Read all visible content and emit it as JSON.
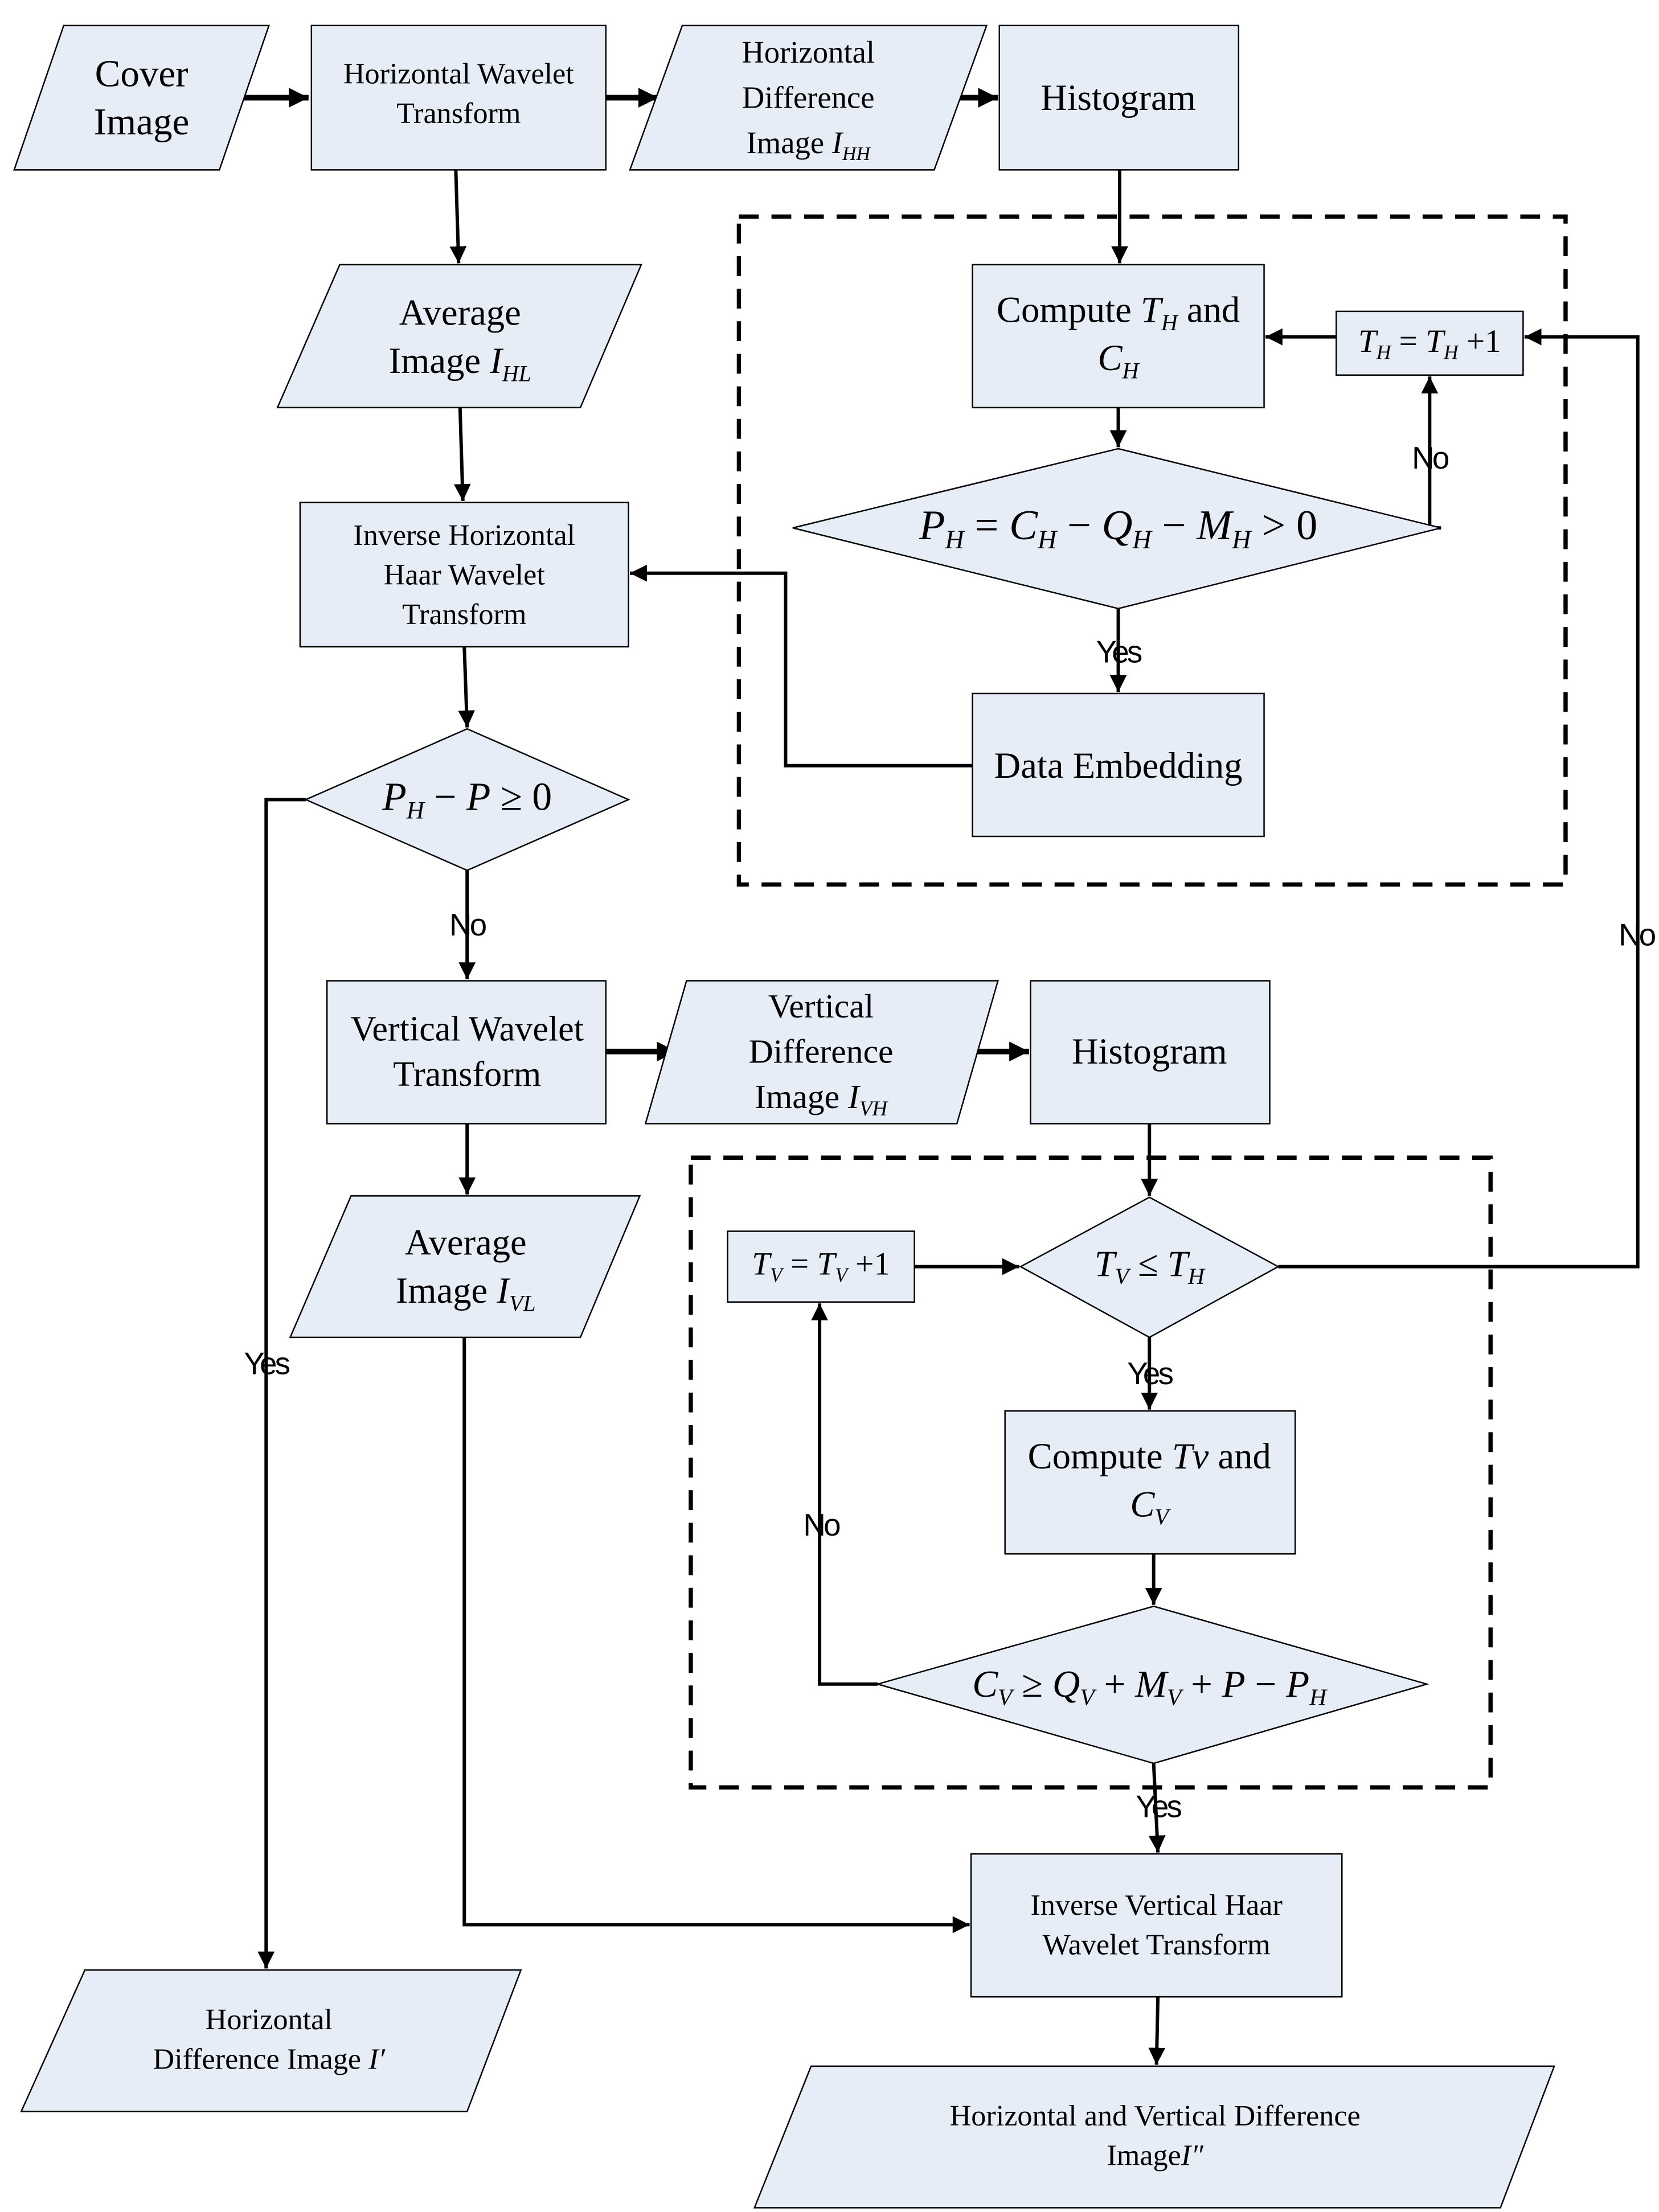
{
  "colors": {
    "node_fill": "#e6edf7",
    "stroke": "#000000"
  },
  "nodes": {
    "cover_image": [
      [
        "Cover"
      ],
      [
        "Image"
      ]
    ],
    "horizontal_wavelet_transform": [
      [
        "Horizontal  Wavelet"
      ],
      [
        "Transform"
      ]
    ],
    "horizontal_difference_image": [
      [
        "Horizontal"
      ],
      [
        "Difference"
      ],
      [
        "Image ",
        {
          "t": "I",
          "it": true
        },
        {
          "t": "HH",
          "it": true,
          "sub": true
        }
      ]
    ],
    "histogram_h": [
      [
        "Histogram"
      ]
    ],
    "average_image_hl": [
      [
        "Average"
      ],
      [
        "Image ",
        {
          "t": "I",
          "it": true
        },
        {
          "t": "HL",
          "it": true,
          "sub": true
        }
      ]
    ],
    "inverse_horizontal_haar": [
      [
        "Inverse Horizontal"
      ],
      [
        "Haar Wavelet"
      ],
      [
        "Transform"
      ]
    ],
    "decision_ph_p": [
      [
        {
          "t": "P",
          "it": true
        },
        {
          "t": "H",
          "it": true,
          "sub": true
        },
        {
          "t": " − "
        },
        {
          "t": "P",
          "it": true
        },
        {
          "t": " ≥ 0"
        }
      ]
    ],
    "compute_th_ch": [
      [
        "Compute ",
        {
          "t": "T",
          "it": true
        },
        {
          "t": "H",
          "it": true,
          "sub": true
        },
        {
          "t": " and"
        }
      ],
      [
        {
          "t": "C",
          "it": true
        },
        {
          "t": "H",
          "it": true,
          "sub": true
        }
      ]
    ],
    "th_increment": [
      [
        {
          "t": "T",
          "it": true
        },
        {
          "t": "H",
          "it": true,
          "sub": true
        },
        {
          "t": " = "
        },
        {
          "t": "T",
          "it": true
        },
        {
          "t": "H",
          "it": true,
          "sub": true
        },
        {
          "t": " +1"
        }
      ]
    ],
    "decision_ph_positive": [
      [
        {
          "t": "P",
          "it": true
        },
        {
          "t": "H",
          "it": true,
          "sub": true
        },
        {
          "t": " = "
        },
        {
          "t": "C",
          "it": true
        },
        {
          "t": "H",
          "it": true,
          "sub": true
        },
        {
          "t": " − "
        },
        {
          "t": "Q",
          "it": true
        },
        {
          "t": "H",
          "it": true,
          "sub": true
        },
        {
          "t": " − "
        },
        {
          "t": "M",
          "it": true
        },
        {
          "t": "H",
          "it": true,
          "sub": true
        },
        {
          "t": " > 0"
        }
      ]
    ],
    "data_embedding": [
      [
        "Data Embedding"
      ]
    ],
    "vertical_wavelet_transform": [
      [
        "Vertical  Wavelet"
      ],
      [
        "Transform"
      ]
    ],
    "vertical_difference_image": [
      [
        "Vertical"
      ],
      [
        "Difference"
      ],
      [
        "Image ",
        {
          "t": "I",
          "it": true
        },
        {
          "t": "VH",
          "it": true,
          "sub": true
        }
      ]
    ],
    "histogram_v": [
      [
        "Histogram"
      ]
    ],
    "average_image_vl": [
      [
        "Average"
      ],
      [
        "Image ",
        {
          "t": "I",
          "it": true
        },
        {
          "t": "VL",
          "it": true,
          "sub": true
        }
      ]
    ],
    "tv_increment": [
      [
        {
          "t": "T",
          "it": true
        },
        {
          "t": "V",
          "it": true,
          "sub": true
        },
        {
          "t": " = "
        },
        {
          "t": "T",
          "it": true
        },
        {
          "t": "V",
          "it": true,
          "sub": true
        },
        {
          "t": " +1"
        }
      ]
    ],
    "decision_tv_th": [
      [
        {
          "t": "T",
          "it": true
        },
        {
          "t": "V",
          "it": true,
          "sub": true
        },
        {
          "t": " ≤ "
        },
        {
          "t": "T",
          "it": true
        },
        {
          "t": "H",
          "it": true,
          "sub": true
        }
      ]
    ],
    "compute_tv_cv": [
      [
        "Compute ",
        {
          "t": "Tv",
          "it": true
        },
        {
          "t": " and"
        }
      ],
      [
        {
          "t": "C",
          "it": true
        },
        {
          "t": "V",
          "it": true,
          "sub": true
        }
      ]
    ],
    "decision_cv": [
      [
        {
          "t": "C",
          "it": true
        },
        {
          "t": "V",
          "it": true,
          "sub": true
        },
        {
          "t": " ≥ "
        },
        {
          "t": "Q",
          "it": true
        },
        {
          "t": "V",
          "it": true,
          "sub": true
        },
        {
          "t": " + "
        },
        {
          "t": "M",
          "it": true
        },
        {
          "t": "V",
          "it": true,
          "sub": true
        },
        {
          "t": " + "
        },
        {
          "t": "P",
          "it": true
        },
        {
          "t": " − "
        },
        {
          "t": "P",
          "it": true
        },
        {
          "t": "H",
          "it": true,
          "sub": true
        }
      ]
    ],
    "inverse_vertical_haar": [
      [
        "Inverse Vertical Haar"
      ],
      [
        "Wavelet Transform"
      ]
    ],
    "horizontal_difference_image_prime": [
      [
        "Horizontal"
      ],
      [
        "Difference Image ",
        {
          "t": "I′",
          "it": true
        }
      ]
    ],
    "final_image": [
      [
        "Horizontal and Vertical Difference"
      ],
      [
        "Image",
        {
          "t": "I″",
          "it": true
        }
      ]
    ]
  },
  "edge_labels": {
    "no_th": "No",
    "yes_embed": "Yes",
    "yes_ph_p": "Yes",
    "no_ph_p": "No",
    "no_tv_th": "No",
    "yes_tv_th": "Yes",
    "no_cv": "No",
    "yes_cv": "Yes"
  }
}
